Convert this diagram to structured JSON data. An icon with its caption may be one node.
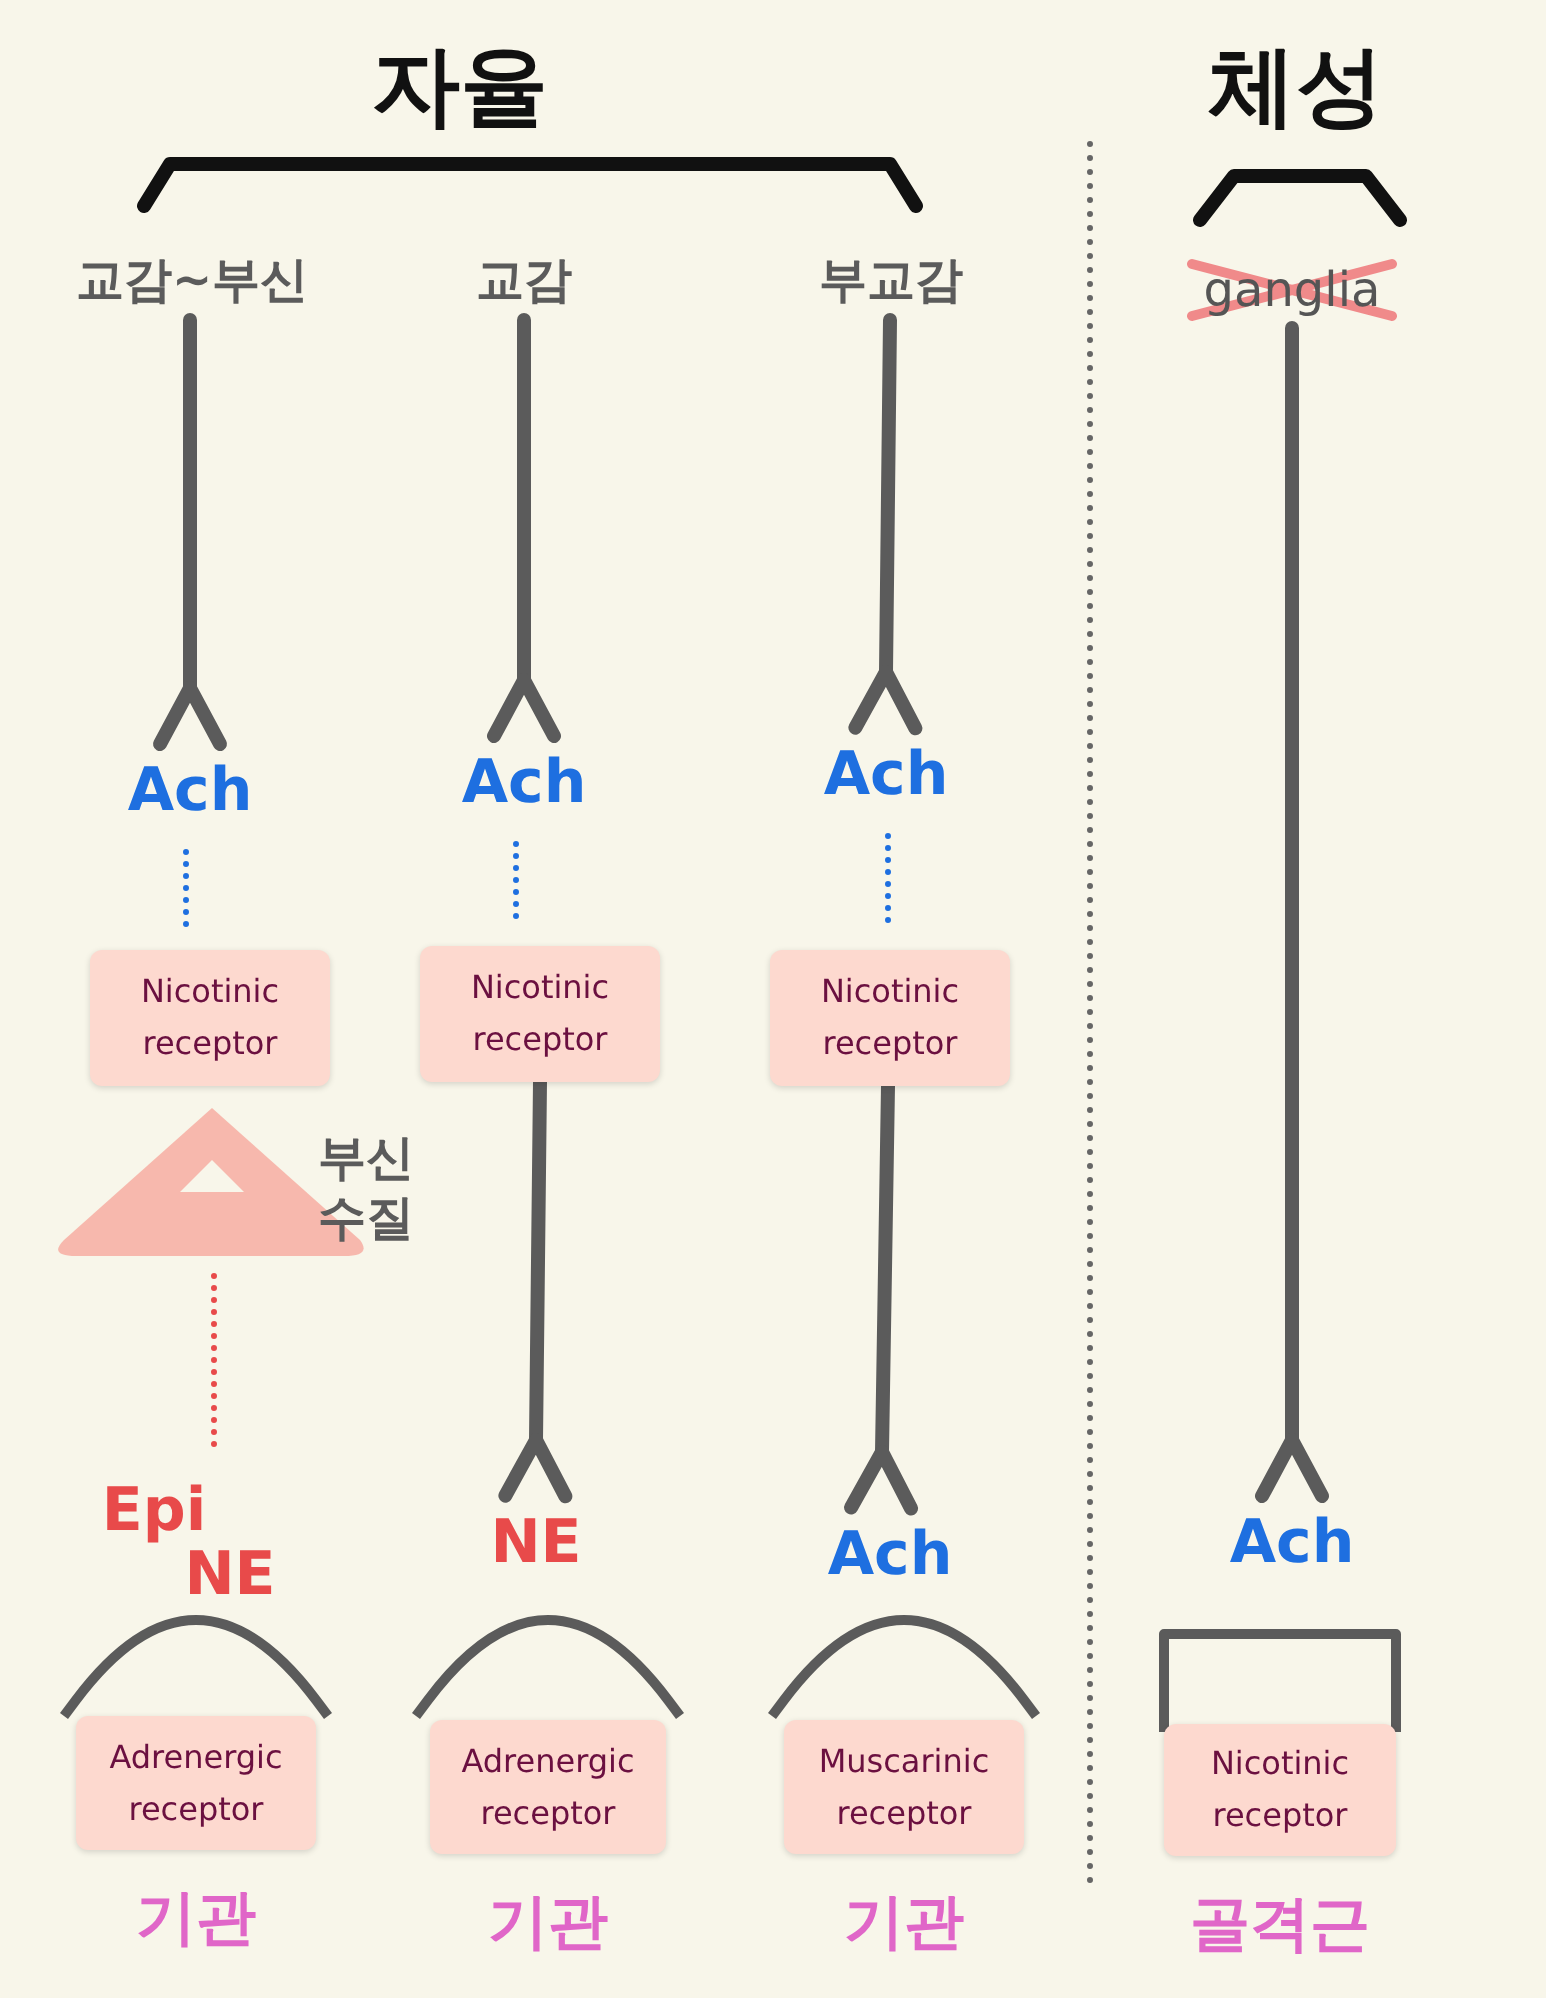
{
  "diagram": {
    "nodes": [
      {
        "text": [
          "교감~부신"
        ]
      },
      {
        "text": [
          "교감"
        ]
      },
      {
        "text": [
          "부교감"
        ]
      },
      {
        "text": [
          "ganglia"
        ]
      },
      {
        "text": [
          "Ach"
        ]
      },
      {
        "text": [
          "Ach"
        ]
      },
      {
        "text": [
          "Ach"
        ]
      },
      {
        "text": [
          "Nicotinic receptor"
        ]
      },
      {
        "text": [
          "Nicotinic receptor"
        ]
      },
      {
        "text": [
          "Nicotinic receptor"
        ]
      },
      {
        "text": [
          "부신 수질"
        ]
      },
      {
        "text": [
          "Epi"
        ]
      },
      {
        "text": [
          "NE"
        ]
      },
      {
        "text": [
          "NE"
        ]
      },
      {
        "text": [
          "Ach"
        ]
      },
      {
        "text": [
          "Ach"
        ]
      },
      {
        "text": [
          "Adrenergic receptor"
        ],
        "beside": [
          "기관"
        ]
      },
      {
        "text": [
          "Adrenergic receptor"
        ],
        "beside": [
          "기관"
        ]
      },
      {
        "text": [
          "Muscarinic receptor"
        ],
        "beside": [
          "기관"
        ]
      },
      {
        "text": [
          "Nicotinic receptor"
        ],
        "beside": [
          "골격근"
        ]
      }
    ],
    "edges": [
      {
        "from": 0,
        "to": 4,
        "arrow": "other"
      },
      {
        "from": 1,
        "to": 5,
        "arrow": "other"
      },
      {
        "from": 2,
        "to": 6,
        "arrow": "other"
      },
      {
        "from": 3,
        "to": 15,
        "arrow": "other"
      },
      {
        "from": 4,
        "to": 7,
        "arrow": "none",
        "style": "dashed",
        "color": "#1e6fe0"
      },
      {
        "from": 5,
        "to": 8,
        "arrow": "none",
        "style": "dashed",
        "color": "#1e6fe0"
      },
      {
        "from": 6,
        "to": 9,
        "arrow": "none",
        "style": "dashed",
        "color": "#1e6fe0"
      },
      {
        "from": 8,
        "to": 13,
        "arrow": "other"
      },
      {
        "from": 9,
        "to": 14,
        "arrow": "other"
      },
      {
        "from": 10,
        "to": 11,
        "arrow": "none",
        "style": "dashed",
        "color": "#e84a4a"
      }
    ],
    "labels": [
      "자율",
      "체성"
    ]
  }
}
